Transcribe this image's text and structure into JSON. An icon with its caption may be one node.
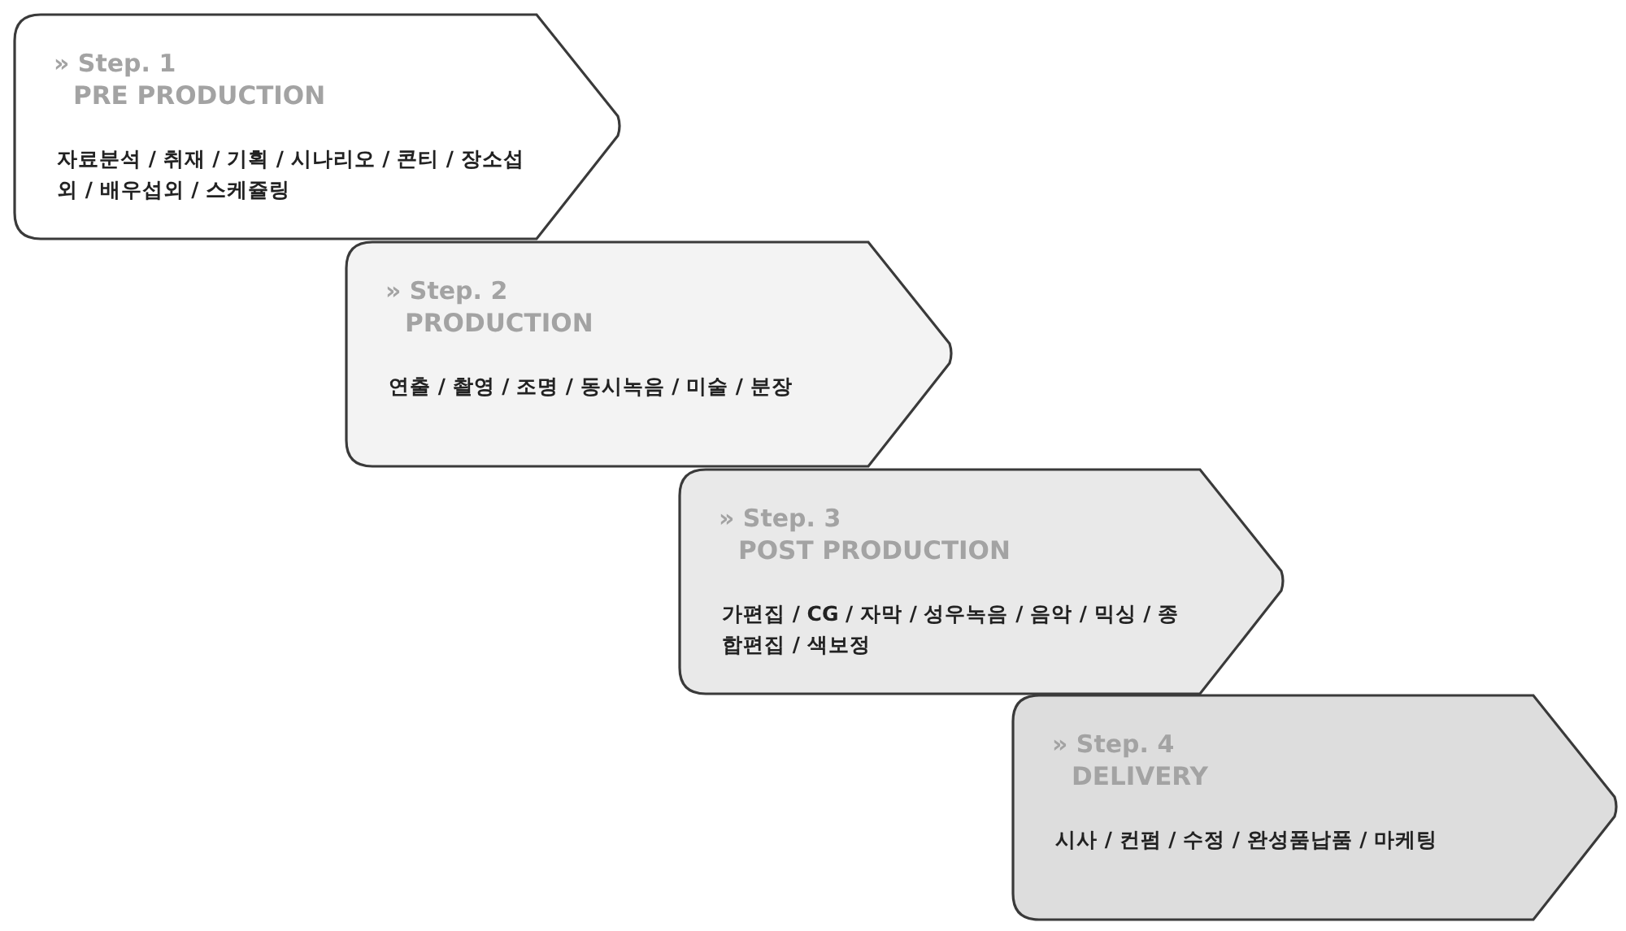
{
  "diagram": {
    "nodes": [
      {
        "text": [
          "» Step. 1",
          "PRE PRODUCTION",
          "자료분석 / 취재 / 기획 / 시나리오 / 콘티 / 장소섭외 / 배우섭외 / 스케쥴링"
        ]
      },
      {
        "text": [
          "» Step. 2",
          "PRODUCTION",
          "연출 / 촬영 / 조명 / 동시녹음 / 미술 / 분장"
        ]
      },
      {
        "text": [
          "» Step. 3",
          "POST PRODUCTION",
          "가편집 / CG / 자막 / 성우녹음 / 음악 / 믹싱 / 종합편집 / 색보정"
        ]
      },
      {
        "text": [
          "» Step. 4",
          "DELIVERY",
          "시사 / 컨펌 / 수정 / 완성품납품 / 마케팅"
        ]
      }
    ]
  }
}
